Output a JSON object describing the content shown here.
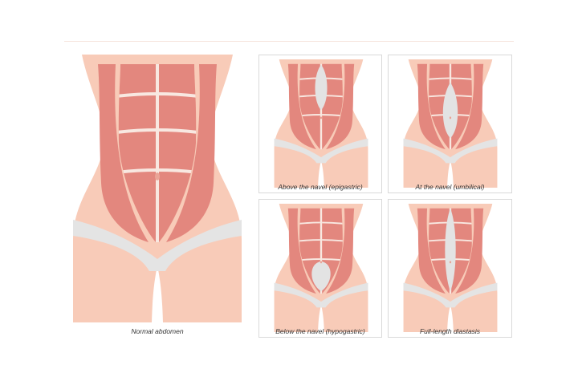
{
  "figures": {
    "normal": {
      "caption": "Normal abdomen",
      "gap": "none"
    },
    "panels": [
      {
        "caption": "Above the navel (epigastric)",
        "gap": "epigastric"
      },
      {
        "caption": "At the navel (umbilical)",
        "gap": "umbilical"
      },
      {
        "caption": "Below the navel (hypogastric)",
        "gap": "hypogastric"
      },
      {
        "caption": "Full-length diastasis",
        "gap": "full"
      }
    ]
  },
  "colors": {
    "skin": "#f8cbb8",
    "muscle": "#e3877e",
    "oblique": "#e3877e",
    "tendon": "#f8e8e1",
    "underwear": "#e4e4e4",
    "gap": "#e3e3e3"
  }
}
